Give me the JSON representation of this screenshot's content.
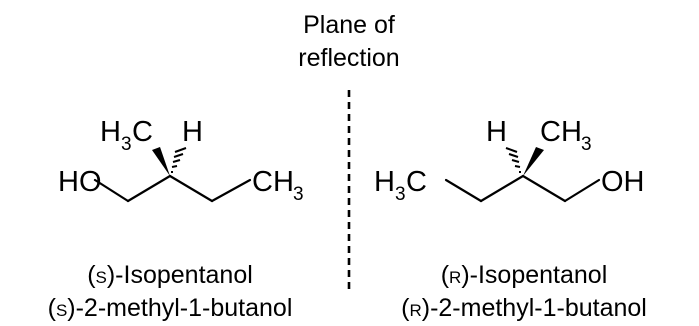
{
  "plane": {
    "line1": "Plane of",
    "line2": "reflection"
  },
  "left": {
    "atoms": {
      "ho": "HO",
      "h": "H",
      "methyl_top_c": "H",
      "methyl_top_sub": "3",
      "methyl_top_tail": "C",
      "ch3_c": "CH",
      "ch3_sub": "3"
    },
    "caption1": {
      "open": "(",
      "config": "S",
      "rest": ")-Isopentanol"
    },
    "caption2": {
      "open": "(",
      "config": "S",
      "rest": ")-2-methyl-1-butanol"
    }
  },
  "right": {
    "atoms": {
      "h": "H",
      "ch3_c": "CH",
      "ch3_sub": "3",
      "h3c_h": "H",
      "h3c_sub": "3",
      "h3c_c": "C",
      "oh": "OH"
    },
    "caption1": {
      "open": "(",
      "config": "R",
      "rest": ")-Isopentanol"
    },
    "caption2": {
      "open": "(",
      "config": "R",
      "rest": ")-2-methyl-1-butanol"
    }
  }
}
